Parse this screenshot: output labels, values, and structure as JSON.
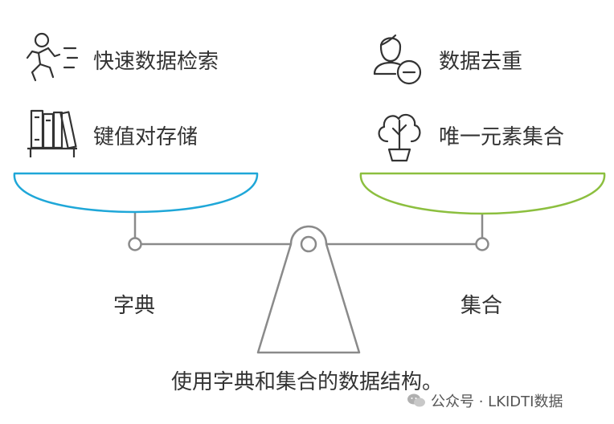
{
  "left_items": [
    {
      "label": "快速数据检索",
      "icon": "runner-icon"
    },
    {
      "label": "键值对存储",
      "icon": "bookshelf-icon"
    }
  ],
  "right_items": [
    {
      "label": "数据去重",
      "icon": "person-minus-icon"
    },
    {
      "label": "唯一元素集合",
      "icon": "tree-plant-icon"
    }
  ],
  "left_pan_label": "字典",
  "right_pan_label": "集合",
  "caption": "使用字典和集合的数据结构。",
  "watermark": "公众号 · LKIDTI数据",
  "colors": {
    "left_pan": "#1fa7d8",
    "right_pan": "#8cbf3f",
    "structure": "#8a8a8a",
    "text": "#333333"
  }
}
